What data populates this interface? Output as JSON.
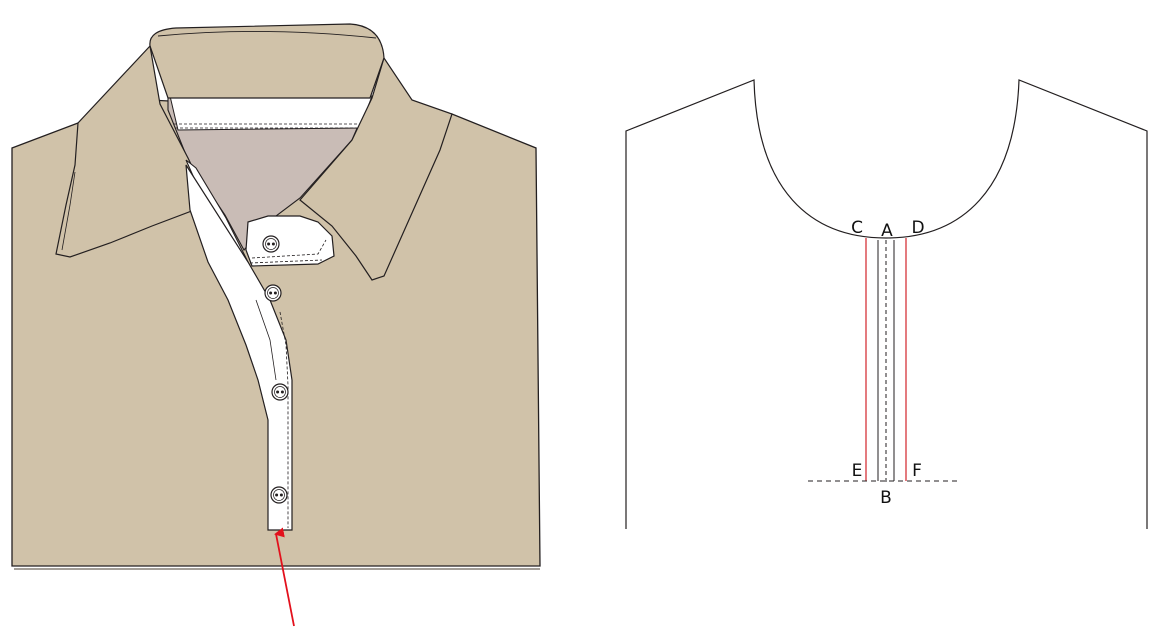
{
  "colors": {
    "shirt_fill": "#d0c2a9",
    "inner_neck_fill": "#c9bcb6",
    "placket_fill": "#ffffff",
    "outline": "#231f20",
    "red_lines": "#d2232a",
    "arrow": "#e3101c"
  },
  "icons": {
    "arrow": "red-arrow-pointing-up",
    "button": "two-hole-button-icon"
  },
  "points": {
    "A": "A",
    "B": "B",
    "C": "C",
    "D": "D",
    "E": "E",
    "F": "F"
  }
}
